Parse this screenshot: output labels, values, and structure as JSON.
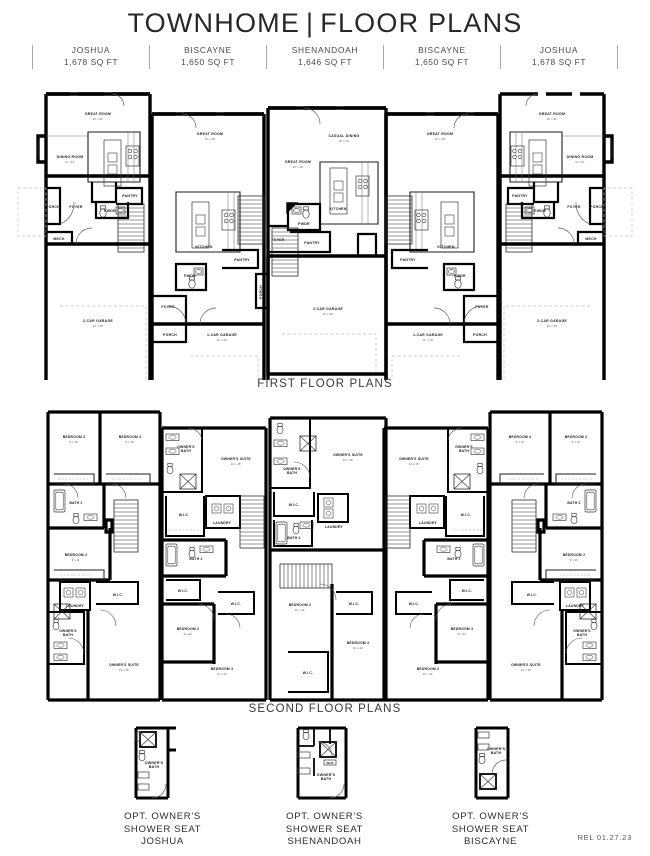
{
  "header": {
    "title_left": "TOWNHOME",
    "title_divider": "|",
    "title_right": "FLOOR PLANS"
  },
  "legend": {
    "units": [
      {
        "name": "JOSHUA",
        "sqft": "1,678 SQ FT"
      },
      {
        "name": "BISCAYNE",
        "sqft": "1,650 SQ FT"
      },
      {
        "name": "SHENANDOAH",
        "sqft": "1,646 SQ FT"
      },
      {
        "name": "BISCAYNE",
        "sqft": "1,650 SQ FT"
      },
      {
        "name": "JOSHUA",
        "sqft": "1,678 SQ FT"
      }
    ]
  },
  "sections": {
    "first_floor_label": "FIRST FLOOR PLANS",
    "second_floor_label": "SECOND FLOOR PLANS"
  },
  "first_floor": {
    "units": [
      {
        "plan": "JOSHUA",
        "mirrored": false,
        "rooms": [
          {
            "label": "GREAT ROOM",
            "dim": "15' x 21'"
          },
          {
            "label": "DINING ROOM",
            "dim": "9' x 13'"
          },
          {
            "label": "KITCHEN",
            "dim": ""
          },
          {
            "label": "PANTRY",
            "dim": ""
          },
          {
            "label": "PWDR",
            "dim": ""
          },
          {
            "label": "FOYER",
            "dim": ""
          },
          {
            "label": "PORCH",
            "dim": ""
          },
          {
            "label": "MECH",
            "dim": ""
          },
          {
            "label": "2-CAR GARAGE",
            "dim": "19' x 20'"
          }
        ]
      },
      {
        "plan": "BISCAYNE",
        "mirrored": false,
        "rooms": [
          {
            "label": "GREAT ROOM",
            "dim": "14' x 15'"
          },
          {
            "label": "KITCHEN",
            "dim": ""
          },
          {
            "label": "PANTRY",
            "dim": ""
          },
          {
            "label": "PWDR",
            "dim": ""
          },
          {
            "label": "FOYER",
            "dim": ""
          },
          {
            "label": "PORCH",
            "dim": ""
          },
          {
            "label": "1-CAR GARAGE",
            "dim": "11' x 20'"
          }
        ]
      },
      {
        "plan": "SHENANDOAH",
        "mirrored": false,
        "rooms": [
          {
            "label": "CASUAL DINING",
            "dim": "10' x 13'"
          },
          {
            "label": "GREAT ROOM",
            "dim": "15' x 19'"
          },
          {
            "label": "KITCHEN",
            "dim": ""
          },
          {
            "label": "PANTRY",
            "dim": ""
          },
          {
            "label": "PWDR",
            "dim": ""
          },
          {
            "label": "FOYER",
            "dim": ""
          },
          {
            "label": "PORCH",
            "dim": ""
          },
          {
            "label": "2-CAR GARAGE",
            "dim": "17' x 20'"
          }
        ]
      },
      {
        "plan": "BISCAYNE",
        "mirrored": true,
        "rooms": [
          {
            "label": "GREAT ROOM",
            "dim": "14' x 15'"
          },
          {
            "label": "KITCHEN",
            "dim": ""
          },
          {
            "label": "PANTRY",
            "dim": ""
          },
          {
            "label": "PWDR",
            "dim": ""
          },
          {
            "label": "FOYER",
            "dim": ""
          },
          {
            "label": "PORCH",
            "dim": ""
          },
          {
            "label": "1-CAR GARAGE",
            "dim": "11' x 20'"
          }
        ]
      },
      {
        "plan": "JOSHUA",
        "mirrored": true,
        "rooms": [
          {
            "label": "GREAT ROOM",
            "dim": "15' x 21'"
          },
          {
            "label": "DINING ROOM",
            "dim": "9' x 13'"
          },
          {
            "label": "KITCHEN",
            "dim": ""
          },
          {
            "label": "PANTRY",
            "dim": ""
          },
          {
            "label": "PWDR",
            "dim": ""
          },
          {
            "label": "FOYER",
            "dim": ""
          },
          {
            "label": "PORCH",
            "dim": ""
          },
          {
            "label": "MECH",
            "dim": ""
          },
          {
            "label": "2-CAR GARAGE",
            "dim": "19' x 20'"
          }
        ]
      }
    ]
  },
  "second_floor": {
    "units": [
      {
        "plan": "JOSHUA",
        "mirrored": false,
        "rooms": [
          {
            "label": "BEDROOM 3",
            "dim": "9' x 12'"
          },
          {
            "label": "BEDROOM 4",
            "dim": "9' x 12'"
          },
          {
            "label": "BATH 2",
            "dim": ""
          },
          {
            "label": "BEDROOM 2",
            "dim": "9' x 11'"
          },
          {
            "label": "W.I.C.",
            "dim": ""
          },
          {
            "label": "LAUNDRY",
            "dim": ""
          },
          {
            "label": "OWNER'S BATH",
            "dim": ""
          },
          {
            "label": "OWNER'S SUITE",
            "dim": "13' x 15'"
          }
        ]
      },
      {
        "plan": "BISCAYNE",
        "mirrored": false,
        "rooms": [
          {
            "label": "OWNER'S BATH",
            "dim": ""
          },
          {
            "label": "OWNER'S SUITE",
            "dim": "12' x 15'"
          },
          {
            "label": "W.I.C.",
            "dim": ""
          },
          {
            "label": "LAUNDRY",
            "dim": ""
          },
          {
            "label": "BATH 2",
            "dim": ""
          },
          {
            "label": "BEDROOM 2",
            "dim": "9' x 12'"
          },
          {
            "label": "BEDROOM 3",
            "dim": "11' x 12'"
          }
        ]
      },
      {
        "plan": "SHENANDOAH",
        "mirrored": false,
        "rooms": [
          {
            "label": "OWNER'S SUITE",
            "dim": "12' x 16'"
          },
          {
            "label": "OWNER'S BATH",
            "dim": ""
          },
          {
            "label": "W.I.C.",
            "dim": ""
          },
          {
            "label": "BATH 2",
            "dim": ""
          },
          {
            "label": "LAUNDRY",
            "dim": ""
          },
          {
            "label": "BEDROOM 2",
            "dim": "11' x 13'"
          },
          {
            "label": "BEDROOM 3",
            "dim": "10' x 12'"
          }
        ]
      },
      {
        "plan": "BISCAYNE",
        "mirrored": true,
        "rooms": [
          {
            "label": "OWNER'S BATH",
            "dim": ""
          },
          {
            "label": "OWNER'S SUITE",
            "dim": "12' x 15'"
          },
          {
            "label": "W.I.C.",
            "dim": ""
          },
          {
            "label": "LAUNDRY",
            "dim": ""
          },
          {
            "label": "BATH 2",
            "dim": ""
          },
          {
            "label": "BEDROOM 3",
            "dim": "9' x 12'"
          },
          {
            "label": "BEDROOM 2",
            "dim": "11' x 12'"
          }
        ]
      },
      {
        "plan": "JOSHUA",
        "mirrored": true,
        "rooms": [
          {
            "label": "BEDROOM 4",
            "dim": "9' x 12'"
          },
          {
            "label": "BEDROOM 3",
            "dim": "9' x 12'"
          },
          {
            "label": "BATH 2",
            "dim": ""
          },
          {
            "label": "BEDROOM 2",
            "dim": "9' x 11'"
          },
          {
            "label": "W.I.C.",
            "dim": ""
          },
          {
            "label": "LAUNDRY",
            "dim": ""
          },
          {
            "label": "OWNER'S BATH",
            "dim": ""
          },
          {
            "label": "OWNER'S SUITE",
            "dim": "13' x 15'"
          }
        ]
      }
    ]
  },
  "options": [
    {
      "room_label": "OWNER'S BATH",
      "caption_line1": "OPT. OWNER'S",
      "caption_line2": "SHOWER SEAT",
      "caption_line3": "JOSHUA"
    },
    {
      "room_label": "OWNER'S BATH",
      "seat_label": "SEAT",
      "caption_line1": "OPT. OWNER'S",
      "caption_line2": "SHOWER SEAT",
      "caption_line3": "SHENANDOAH"
    },
    {
      "room_label": "OWNER'S BATH",
      "caption_line1": "OPT. OWNER'S",
      "caption_line2": "SHOWER SEAT",
      "caption_line3": "BISCAYNE"
    }
  ],
  "footer": {
    "release": "REL 01.27.23"
  },
  "colors": {
    "wall": "#000000",
    "thin": "#2b2b2b",
    "fixture": "#3a3a3a",
    "ghost": "#b9b9b9",
    "text": "#231f20",
    "muted": "#4c4a48",
    "background": "#ffffff"
  }
}
